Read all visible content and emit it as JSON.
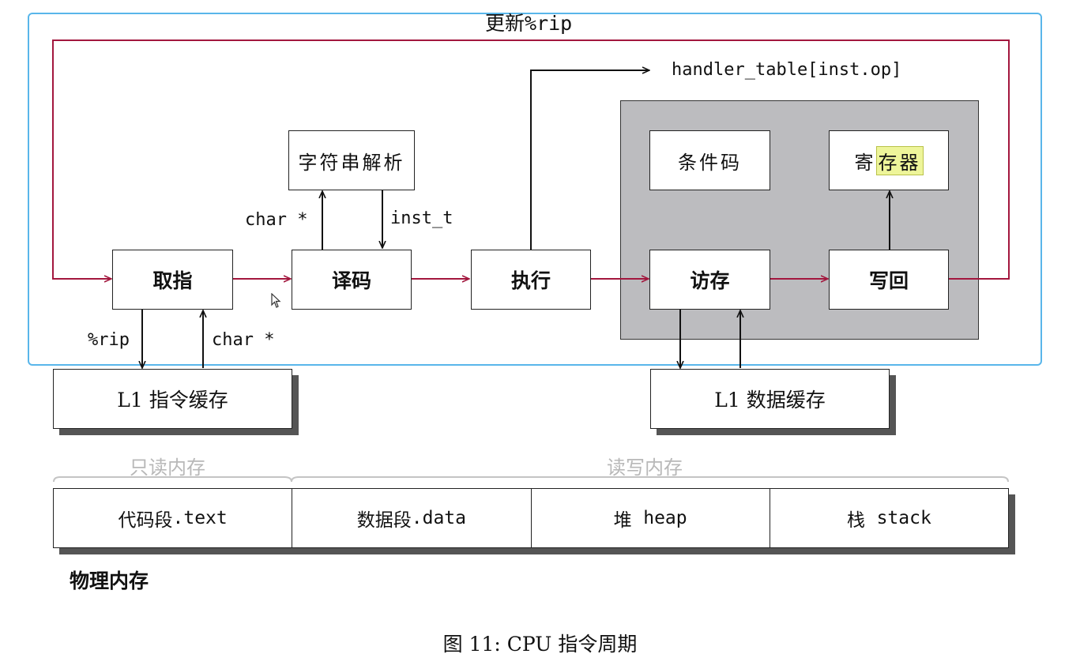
{
  "top_label_prefix": "更新",
  "top_label_code": "%rip",
  "nodes": {
    "fetch": "取指",
    "decode": "译码",
    "execute": "执行",
    "memory": "访存",
    "writeback": "写回",
    "string_parse": "字符串解析",
    "condition_code": "条件码",
    "register_prefix": "寄",
    "register_highlight": "存器"
  },
  "labels": {
    "char_ptr_decode": "char *",
    "inst_t": "inst_t",
    "handler_table": "handler_table[inst.op]",
    "rip": "%rip",
    "char_ptr_fetch": "char *"
  },
  "caches": {
    "instruction": "L1 指令缓存",
    "data": "L1 数据缓存"
  },
  "memory_groups": {
    "readonly": "只读内存",
    "readwrite": "读写内存"
  },
  "memory_segments": {
    "text_zh": "代码段",
    "text_code": ".text",
    "data_zh": "数据段",
    "data_code": ".data",
    "heap_zh": "堆",
    "heap_code": "heap",
    "stack_zh": "栈",
    "stack_code": "stack"
  },
  "physical_memory": "物理内存",
  "caption": "图 11: CPU 指令周期",
  "colors": {
    "pipeline_arrow": "#a3173e",
    "selection": "#59b6ea",
    "gray_box": "#bcbcbf"
  }
}
